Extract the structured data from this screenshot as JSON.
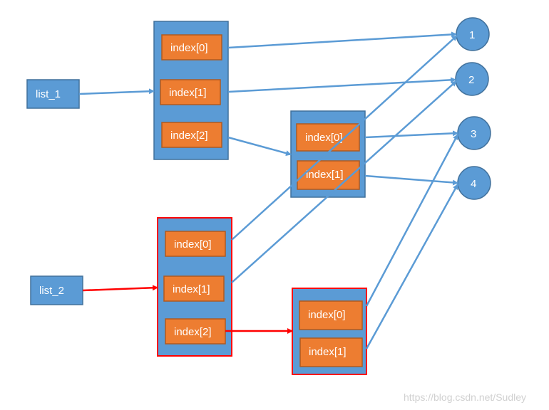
{
  "lists": {
    "list_1": "list_1",
    "list_2": "list_2"
  },
  "outer_1": [
    "index[0]",
    "index[1]",
    "index[2]"
  ],
  "inner_1": [
    "index[0]",
    "index[1]"
  ],
  "outer_2": [
    "index[0]",
    "index[1]",
    "index[2]"
  ],
  "inner_2": [
    "index[0]",
    "index[1]"
  ],
  "values": [
    "1",
    "2",
    "3",
    "4"
  ],
  "watermark": "https://blog.csdn.net/Sudley",
  "colors": {
    "blue": "#5B9BD5",
    "orange": "#ED7D31",
    "red": "#FF0000"
  }
}
